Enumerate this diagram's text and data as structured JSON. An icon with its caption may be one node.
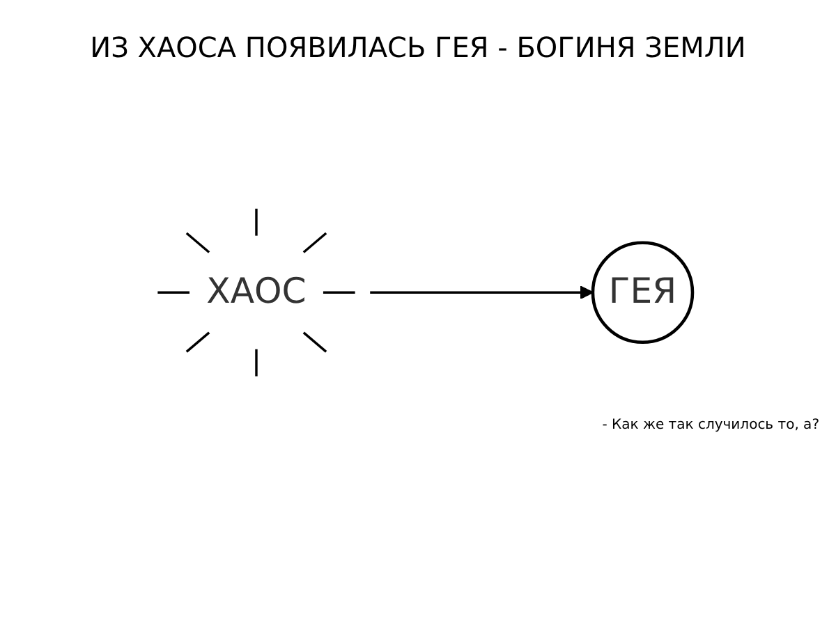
{
  "diagram": {
    "title": "ИЗ ХАОСА ПОЯВИЛАСЬ ГЕЯ - БОГИНЯ ЗЕМЛИ",
    "nodes": [
      {
        "text": [
          "ХАОС"
        ]
      },
      {
        "text": [
          "ГЕЯ"
        ]
      }
    ],
    "edges": [
      {
        "from": 0,
        "to": 1,
        "arrow": "to"
      }
    ],
    "labels": [
      "- Как же так случилось то, а?"
    ]
  }
}
